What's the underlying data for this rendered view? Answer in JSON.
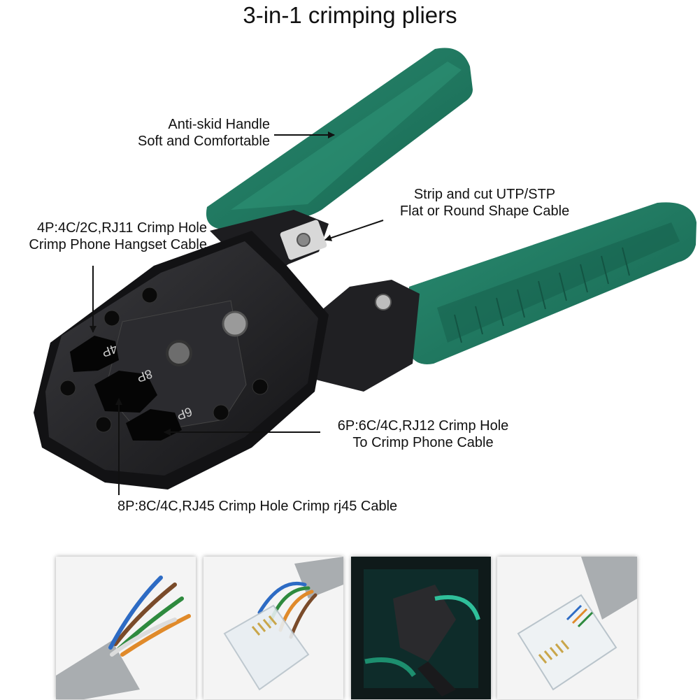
{
  "title": "3-in-1 crimping pliers",
  "callouts": {
    "handle": {
      "line1": "Anti-skid Handle",
      "line2": "Soft and Comfortable"
    },
    "strip": {
      "line1": "Strip and cut UTP/STP",
      "line2": "Flat or Round Shape Cable"
    },
    "rj11": {
      "line1": "4P:4C/2C,RJ11 Crimp Hole",
      "line2": "Crimp Phone Hangset Cable"
    },
    "rj12": {
      "line1": "6P:6C/4C,RJ12 Crimp Hole",
      "line2": "To Crimp Phone Cable"
    },
    "rj45": {
      "line1": "8P:8C/4C,RJ45 Crimp Hole Crimp rj45 Cable"
    }
  },
  "die_markings": {
    "4p": "4P",
    "8p": "8P",
    "6p": "6P"
  },
  "colors": {
    "handle": "#1f7a62",
    "handle_dark": "#155c49",
    "body": "#1c1c1e",
    "body_face": "#2a2a2d"
  },
  "thumbnails": [
    {
      "name": "stripped-cable-photo"
    },
    {
      "name": "rj45-plug-with-wires-photo"
    },
    {
      "name": "crimping-in-use-photo"
    },
    {
      "name": "crimped-rj45-connector-photo"
    }
  ]
}
